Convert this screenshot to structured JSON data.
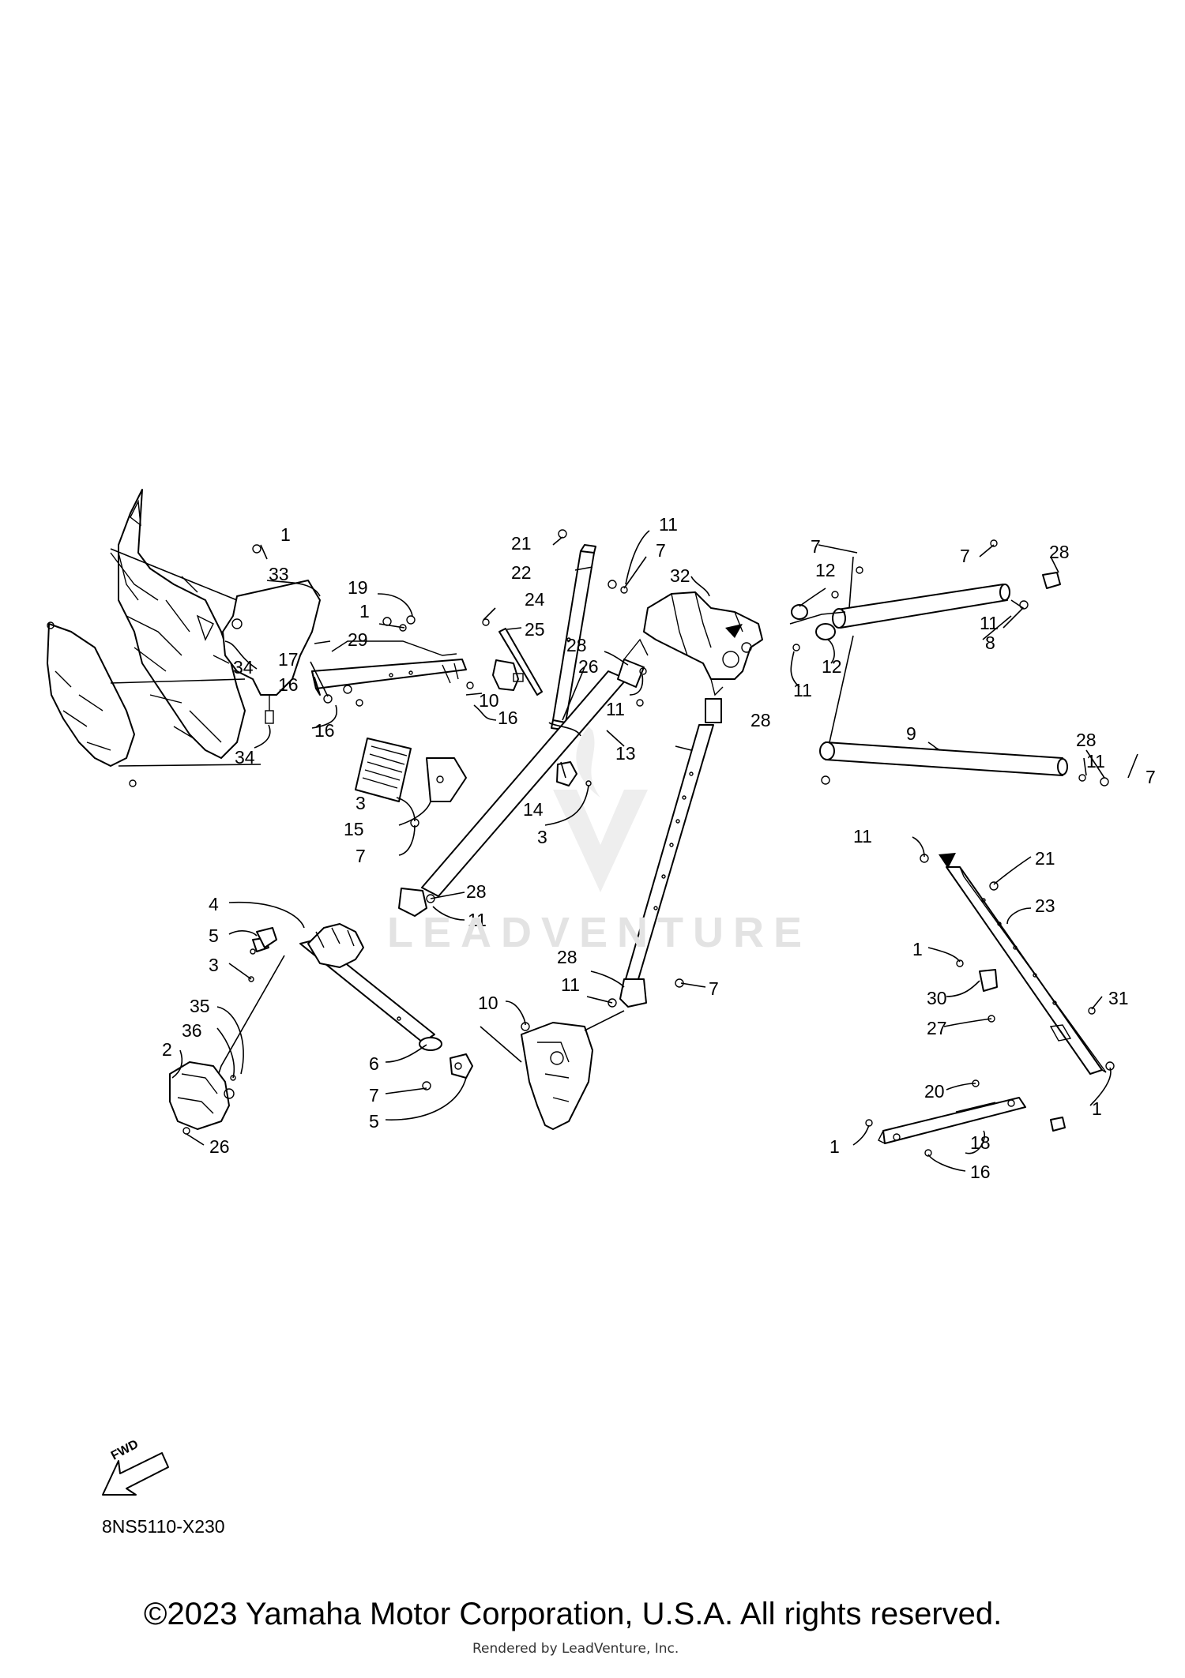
{
  "diagram": {
    "callouts": [
      {
        "id": "c1a",
        "text": "1"
      },
      {
        "id": "c33",
        "text": "33"
      },
      {
        "id": "c34a",
        "text": "34"
      },
      {
        "id": "c34b",
        "text": "34"
      },
      {
        "id": "c19",
        "text": "19"
      },
      {
        "id": "c1b",
        "text": "1"
      },
      {
        "id": "c29",
        "text": "29"
      },
      {
        "id": "c17",
        "text": "17"
      },
      {
        "id": "c16a",
        "text": "16"
      },
      {
        "id": "c16b",
        "text": "16"
      },
      {
        "id": "c10a",
        "text": "10"
      },
      {
        "id": "c16c",
        "text": "16"
      },
      {
        "id": "c24",
        "text": "24"
      },
      {
        "id": "c25",
        "text": "25"
      },
      {
        "id": "c21a",
        "text": "21"
      },
      {
        "id": "c22",
        "text": "22"
      },
      {
        "id": "c11a",
        "text": "11"
      },
      {
        "id": "c7a",
        "text": "7"
      },
      {
        "id": "c32",
        "text": "32"
      },
      {
        "id": "c28a",
        "text": "28"
      },
      {
        "id": "c26a",
        "text": "26"
      },
      {
        "id": "c11b",
        "text": "11"
      },
      {
        "id": "c28b",
        "text": "28"
      },
      {
        "id": "c13",
        "text": "13"
      },
      {
        "id": "c7b",
        "text": "7"
      },
      {
        "id": "c12a",
        "text": "12"
      },
      {
        "id": "c12b",
        "text": "12"
      },
      {
        "id": "c11c",
        "text": "11"
      },
      {
        "id": "c7c",
        "text": "7"
      },
      {
        "id": "c28c",
        "text": "28"
      },
      {
        "id": "c11d",
        "text": "11"
      },
      {
        "id": "c8",
        "text": "8"
      },
      {
        "id": "c9",
        "text": "9"
      },
      {
        "id": "c28d",
        "text": "28"
      },
      {
        "id": "c11e",
        "text": "11"
      },
      {
        "id": "c7d",
        "text": "7"
      },
      {
        "id": "c3a",
        "text": "3"
      },
      {
        "id": "c15",
        "text": "15"
      },
      {
        "id": "c7e",
        "text": "7"
      },
      {
        "id": "c14",
        "text": "14"
      },
      {
        "id": "c3b",
        "text": "3"
      },
      {
        "id": "c28e",
        "text": "28"
      },
      {
        "id": "c11f",
        "text": "11"
      },
      {
        "id": "c4",
        "text": "4"
      },
      {
        "id": "c5a",
        "text": "5"
      },
      {
        "id": "c3c",
        "text": "3"
      },
      {
        "id": "c35",
        "text": "35"
      },
      {
        "id": "c36",
        "text": "36"
      },
      {
        "id": "c2",
        "text": "2"
      },
      {
        "id": "c26b",
        "text": "26"
      },
      {
        "id": "c6",
        "text": "6"
      },
      {
        "id": "c7f",
        "text": "7"
      },
      {
        "id": "c5b",
        "text": "5"
      },
      {
        "id": "c10b",
        "text": "10"
      },
      {
        "id": "c28f",
        "text": "28"
      },
      {
        "id": "c11g",
        "text": "11"
      },
      {
        "id": "c7g",
        "text": "7"
      },
      {
        "id": "c11h",
        "text": "11"
      },
      {
        "id": "c21b",
        "text": "21"
      },
      {
        "id": "c23",
        "text": "23"
      },
      {
        "id": "c1c",
        "text": "1"
      },
      {
        "id": "c30",
        "text": "30"
      },
      {
        "id": "c31",
        "text": "31"
      },
      {
        "id": "c27",
        "text": "27"
      },
      {
        "id": "c20",
        "text": "20"
      },
      {
        "id": "c1d",
        "text": "1"
      },
      {
        "id": "c1e",
        "text": "1"
      },
      {
        "id": "c18",
        "text": "18"
      },
      {
        "id": "c16d",
        "text": "16"
      }
    ],
    "fwd_label": "FWD",
    "code": "8NS5110-X230",
    "watermark": "LEADVENTURE"
  },
  "footer": {
    "copyright": "©2023 Yamaha Motor Corporation, U.S.A. All rights reserved.",
    "rendered_by": "Rendered by LeadVenture, Inc."
  }
}
